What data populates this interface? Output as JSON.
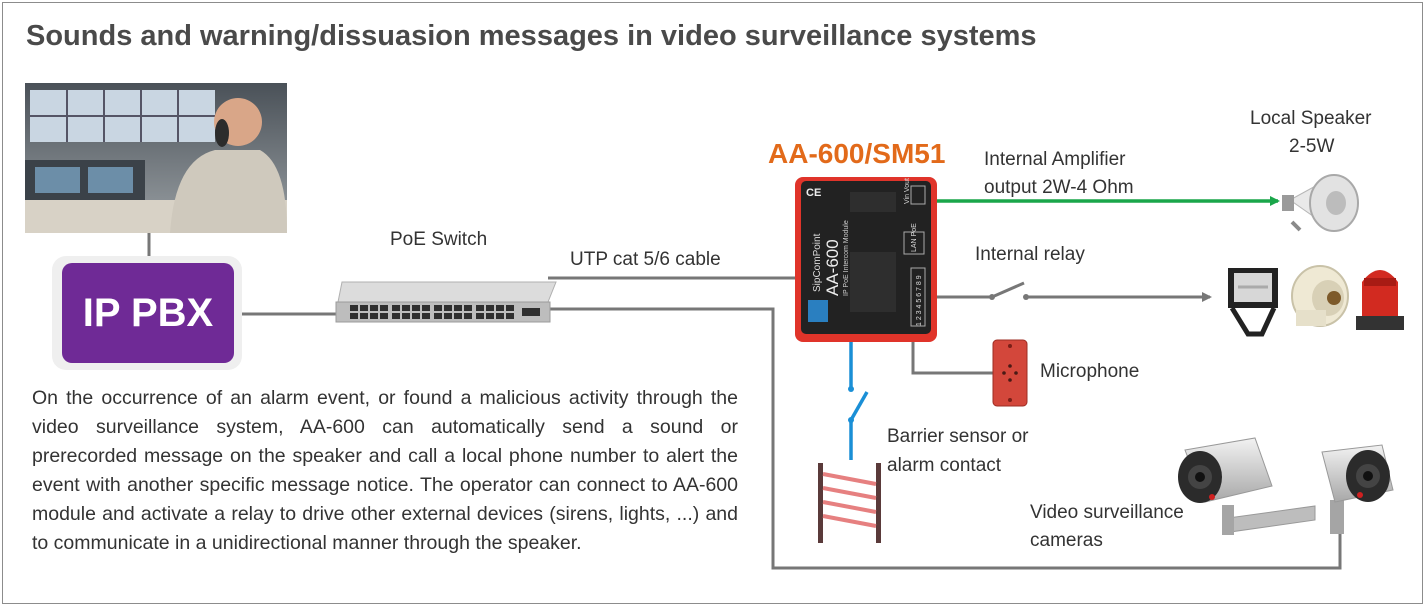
{
  "title": "Sounds and warning/dissuasion messages in video surveillance systems",
  "model_label": "AA-600/SM51",
  "pbx_label": "IP PBX",
  "labels": {
    "poe_switch": "PoE Switch",
    "utp_cable": "UTP cat 5/6 cable",
    "internal_amplifier_l1": "Internal Amplifier",
    "internal_amplifier_l2": "output 2W-4 Ohm",
    "local_speaker_l1": "Local Speaker",
    "local_speaker_l2": "2-5W",
    "internal_relay": "Internal relay",
    "microphone": "Microphone",
    "barrier_l1": "Barrier sensor or",
    "barrier_l2": "alarm contact",
    "cameras_l1": "Video surveillance",
    "cameras_l2": "cameras"
  },
  "device": {
    "brand": "SipComPoint",
    "name": "AA-600",
    "subtitle": "IP PoE Intercom Module",
    "lan_label": "LAN PoE",
    "ce_mark": "CE",
    "top_terminal": "Vin Vout",
    "bottom_terminal": "1 2 3 4 5 6 7 8 9"
  },
  "description": "On the occurrence of an alarm event, or found a malicious activity through the video surveillance system, AA-600 can automatically send a sound or prerecorded message on the speaker and call a local phone number to alert the event with another specific message notice. The operator can connect to AA-600 module and activate a relay to drive other external devices (sirens, lights, ...) and to communicate in a unidirectional manner through the speaker.",
  "colors": {
    "model_orange": "#e26a1a",
    "pbx_purple": "#6f2a96",
    "amplifier_green": "#1aa64a",
    "barrier_blue": "#1a8fd6",
    "device_red": "#e0342a"
  }
}
